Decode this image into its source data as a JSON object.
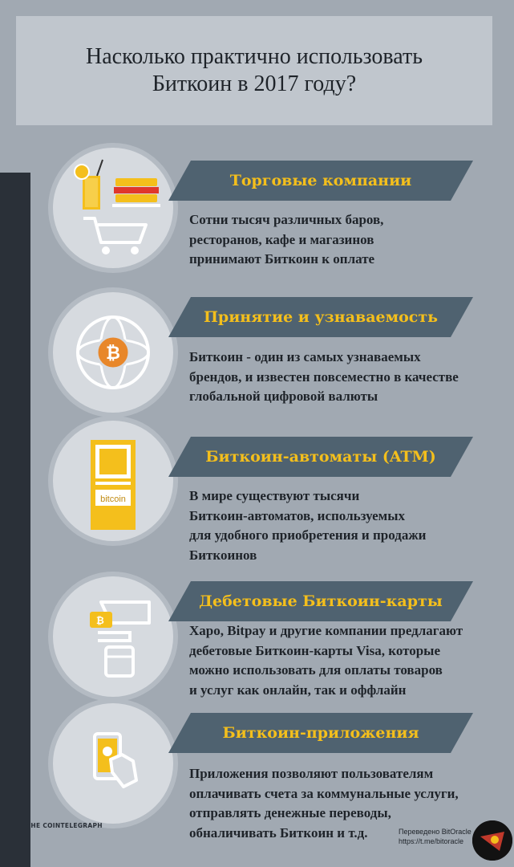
{
  "title": {
    "line1": "Насколько практично использовать",
    "line2": "Биткоин в 2017 году?"
  },
  "sections": [
    {
      "heading": "Торговые компании",
      "icon": "shopping-icon",
      "lines": [
        "Сотни тысяч различных баров,",
        "ресторанов, кафе и магазинов",
        "принимают Биткоин к оплате"
      ]
    },
    {
      "heading": "Принятие и узнаваемость",
      "icon": "bitcoin-globe-icon",
      "lines": [
        "Биткоин - один из самых узнаваемых",
        "брендов, и известен повсеместно в качестве",
        "глобальной цифровой валюты"
      ]
    },
    {
      "heading": "Биткоин-автоматы (ATM)",
      "icon": "bitcoin-atm-icon",
      "atm_label": "bitcoin",
      "lines": [
        "В мире существуют тысячи",
        "Биткоин-автоматов, используемых",
        "для удобного приобретения и продажи",
        "Биткоинов"
      ]
    },
    {
      "heading": "Дебетовые Биткоин-карты",
      "icon": "debit-card-icon",
      "lines": [
        "Xapo, Bitpay и другие компании предлагают",
        "дебетовые Биткоин-карты Visa, которые",
        "можно использовать для оплаты товаров",
        "и услуг как онлайн, так и оффлайн"
      ]
    },
    {
      "heading": "Биткоин-приложения",
      "icon": "mobile-app-icon",
      "lines": [
        "Приложения позволяют пользователям",
        "оплачивать счета за коммунальные услуги,",
        "отправлять денежные переводы,",
        "обналичивать Биткоин и т.д."
      ]
    }
  ],
  "footer": {
    "logo_text": "THE COINTELEGRAPH",
    "credit_line1": "Переведено BitOracle",
    "credit_line2": "https://t.me/bitoracle"
  },
  "colors": {
    "background": "#a1a9b2",
    "banner": "#4f6270",
    "accent": "#f4bf1c",
    "text": "#1e2329"
  }
}
